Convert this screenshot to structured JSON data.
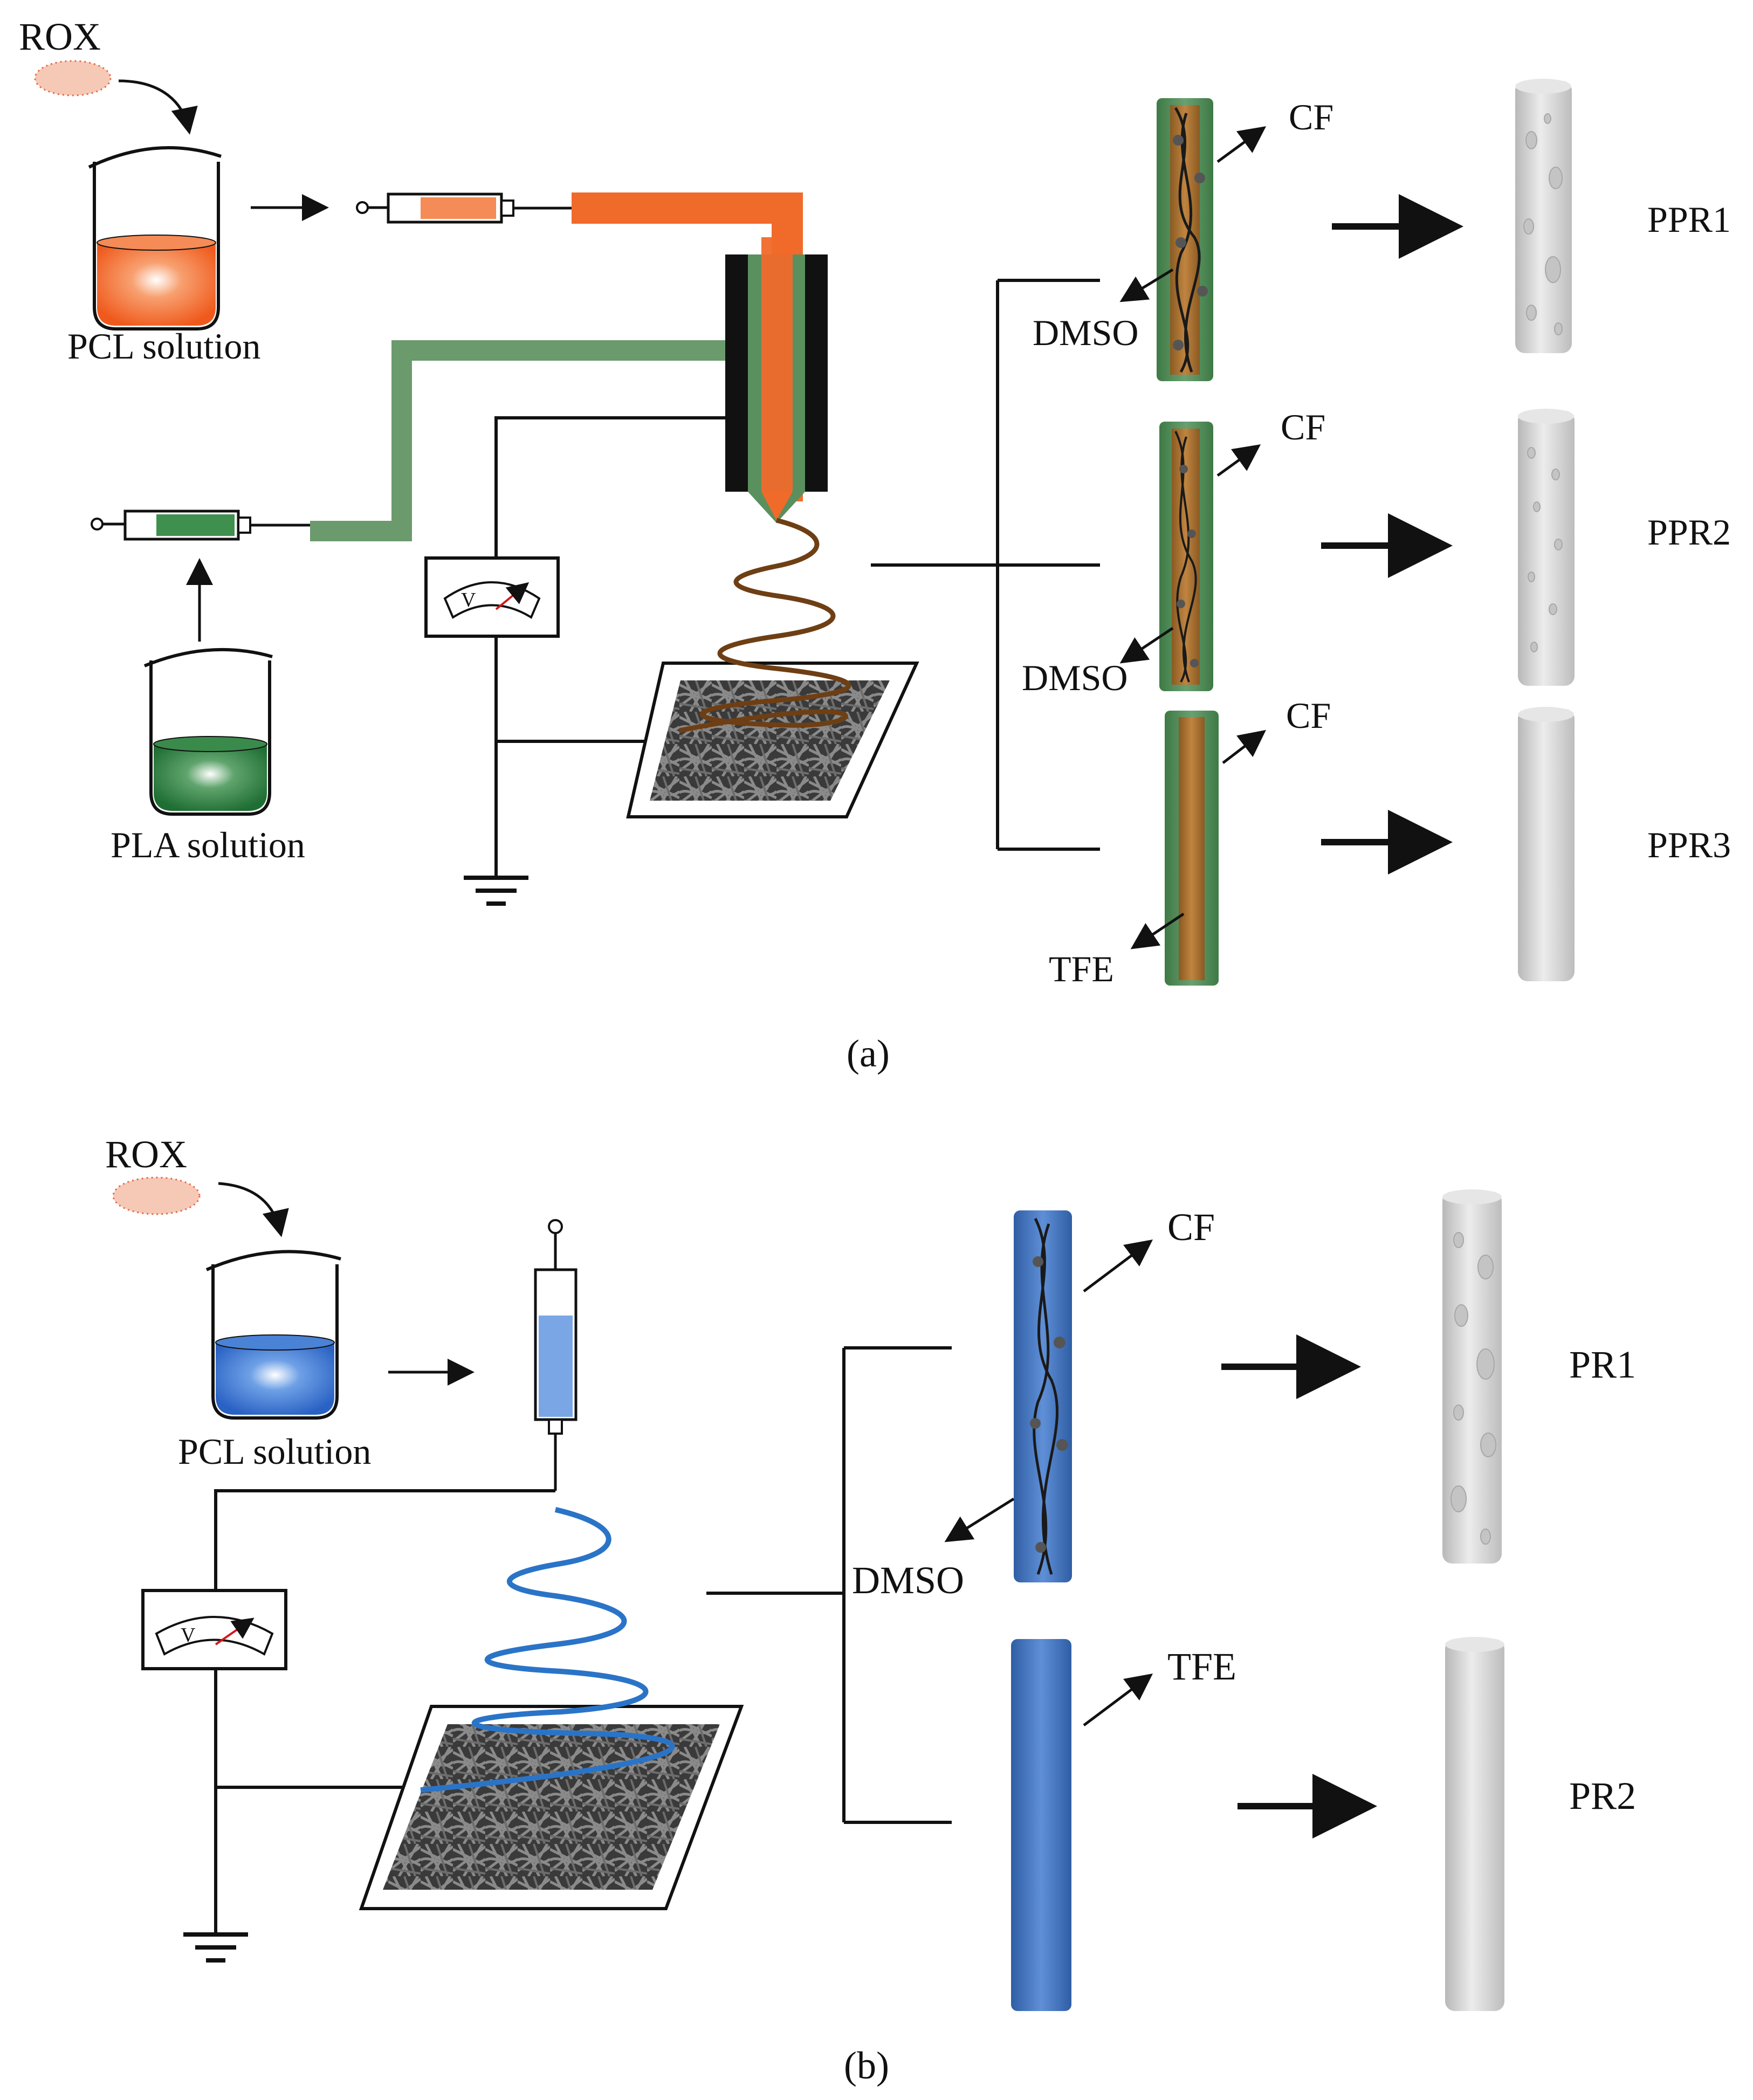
{
  "panel_a": {
    "label": "(a)",
    "rox": "ROX",
    "pcl_beaker_label": "PCL solution",
    "pla_beaker_label": "PLA solution",
    "voltmeter": "V",
    "fibers": [
      {
        "release_label": "CF",
        "solvent_label": "DMSO",
        "result_label": "PPR1"
      },
      {
        "release_label": "CF",
        "solvent_label": "DMSO",
        "result_label": "PPR2"
      },
      {
        "release_label": "CF",
        "solvent_label": "TFE",
        "result_label": "PPR3"
      }
    ]
  },
  "panel_b": {
    "label": "(b)",
    "rox": "ROX",
    "pcl_beaker_label": "PCL solution",
    "voltmeter": "V",
    "fibers": [
      {
        "release_label": "CF",
        "solvent_label": "DMSO",
        "result_label": "PR1"
      },
      {
        "release_label": "TFE",
        "solvent_label": "",
        "result_label": "PR2"
      }
    ]
  },
  "colors": {
    "orange": "#f06a2a",
    "green": "#6b9a6c",
    "dark_green": "#2e7a3a",
    "brown": "#8a5a2b",
    "blue": "#3f74c2",
    "gray_tube": "#cfcfcf",
    "black": "#111111"
  }
}
